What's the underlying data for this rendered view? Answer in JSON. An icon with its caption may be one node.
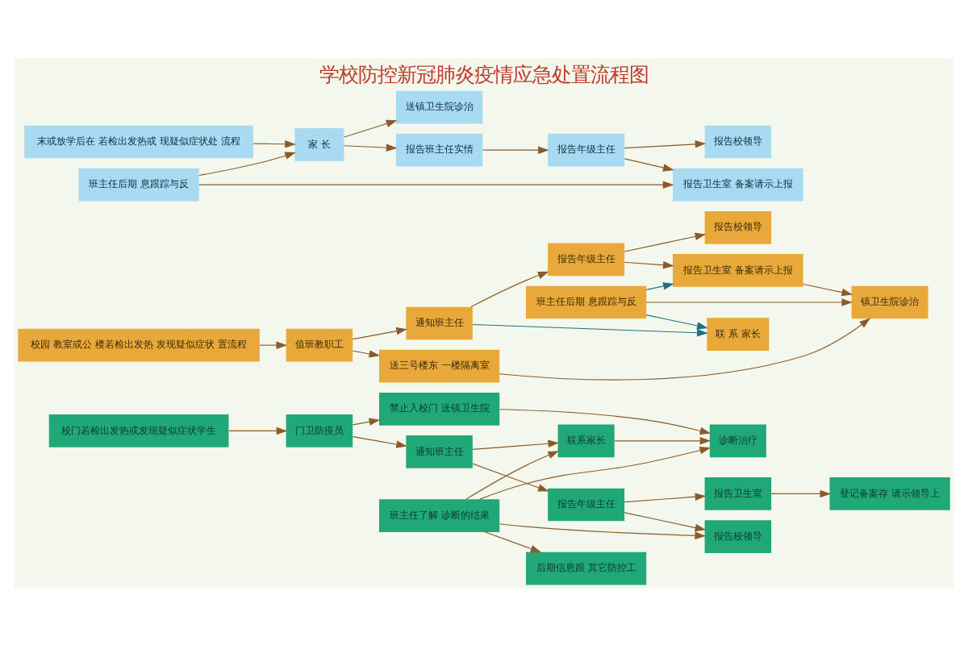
{
  "diagram": {
    "title": "学校防控新冠肺炎疫情应急处置流程图",
    "nodes": [
      {
        "text": [
          "校门若检出发热或发现疑似症状学生"
        ]
      },
      {
        "text": [
          "门卫防疫员"
        ]
      },
      {
        "text": [
          "禁止入校门 送镇卫生院"
        ]
      },
      {
        "text": [
          "通知班主任"
        ]
      },
      {
        "text": [
          "诊断治疗"
        ]
      },
      {
        "text": [
          "联系家长"
        ]
      },
      {
        "text": [
          "报告年级主任"
        ]
      },
      {
        "text": [
          "班主任了解 诊断的结果"
        ]
      },
      {
        "text": [
          "报告校领导"
        ]
      },
      {
        "text": [
          "报告卫生室"
        ]
      },
      {
        "text": [
          "后期信息跟 其它防控工"
        ]
      },
      {
        "text": [
          "登记备案存 请示领导上"
        ]
      },
      {
        "text": [
          "校园 教室或公 楼若检出发热 发现疑似症状 置流程"
        ]
      },
      {
        "text": [
          "值班教职工"
        ]
      },
      {
        "text": [
          "送三号楼东 一楼隔离室"
        ]
      },
      {
        "text": [
          "通知班主任"
        ]
      },
      {
        "text": [
          "报告年级主任"
        ]
      },
      {
        "text": [
          "联 系 家长"
        ]
      },
      {
        "text": [
          "报告校领导"
        ]
      },
      {
        "text": [
          "报告卫生室 备案请示上报"
        ]
      },
      {
        "text": [
          "镇卫生院诊治"
        ]
      },
      {
        "text": [
          "班主任后期 息跟踪与反"
        ]
      },
      {
        "text": [
          "末或放学后在 若检出发热或 现疑似症状处 流程"
        ]
      },
      {
        "text": [
          "家 长"
        ]
      },
      {
        "text": [
          "送镇卫生院诊治"
        ]
      },
      {
        "text": [
          "报告班主任实情"
        ]
      },
      {
        "text": [
          "报告年级主任"
        ]
      },
      {
        "text": [
          "报告校领导"
        ]
      },
      {
        "text": [
          "报告卫生室 备案请示上报"
        ]
      },
      {
        "text": [
          "班主任后期 息跟踪与反"
        ]
      }
    ],
    "edges": [
      {
        "from": 0,
        "to": 1,
        "arrow": "to"
      },
      {
        "from": 1,
        "to": 2,
        "arrow": "to"
      },
      {
        "from": 1,
        "to": 3,
        "arrow": "to"
      },
      {
        "from": 2,
        "to": 4,
        "arrow": "to"
      },
      {
        "from": 5,
        "to": 4,
        "arrow": "to"
      },
      {
        "from": 7,
        "to": 4,
        "arrow": "to"
      },
      {
        "from": 7,
        "to": 5,
        "arrow": "to"
      },
      {
        "from": 7,
        "to": 10,
        "arrow": "to"
      },
      {
        "from": 7,
        "to": 8,
        "arrow": "to"
      },
      {
        "from": 3,
        "to": 5,
        "arrow": "to"
      },
      {
        "from": 3,
        "to": 6,
        "arrow": "to"
      },
      {
        "from": 6,
        "to": 8,
        "arrow": "to"
      },
      {
        "from": 6,
        "to": 9,
        "arrow": "to"
      },
      {
        "from": 9,
        "to": 11,
        "arrow": "to"
      },
      {
        "from": 12,
        "to": 13,
        "arrow": "to"
      },
      {
        "from": 13,
        "to": 14,
        "arrow": "to"
      },
      {
        "from": 13,
        "to": 15,
        "arrow": "to"
      },
      {
        "from": 14,
        "to": 20,
        "arrow": "to"
      },
      {
        "from": 15,
        "to": 16,
        "arrow": "to"
      },
      {
        "from": 15,
        "to": 17,
        "arrow": "to",
        "color": "#1f6f8b"
      },
      {
        "from": 16,
        "to": 18,
        "arrow": "to"
      },
      {
        "from": 16,
        "to": 19,
        "arrow": "to"
      },
      {
        "from": 19,
        "to": 20,
        "arrow": "to"
      },
      {
        "from": 21,
        "to": 20,
        "arrow": "to"
      },
      {
        "from": 21,
        "to": 19,
        "arrow": "to",
        "color": "#1f6f8b"
      },
      {
        "from": 21,
        "to": 17,
        "arrow": "to",
        "color": "#1f6f8b"
      },
      {
        "from": 22,
        "to": 23,
        "arrow": "to"
      },
      {
        "from": 29,
        "to": 23,
        "arrow": "to"
      },
      {
        "from": 23,
        "to": 24,
        "arrow": "to"
      },
      {
        "from": 23,
        "to": 25,
        "arrow": "to"
      },
      {
        "from": 25,
        "to": 26,
        "arrow": "to"
      },
      {
        "from": 26,
        "to": 27,
        "arrow": "to"
      },
      {
        "from": 26,
        "to": 28,
        "arrow": "to"
      },
      {
        "from": 29,
        "to": 28,
        "arrow": "to"
      }
    ]
  }
}
